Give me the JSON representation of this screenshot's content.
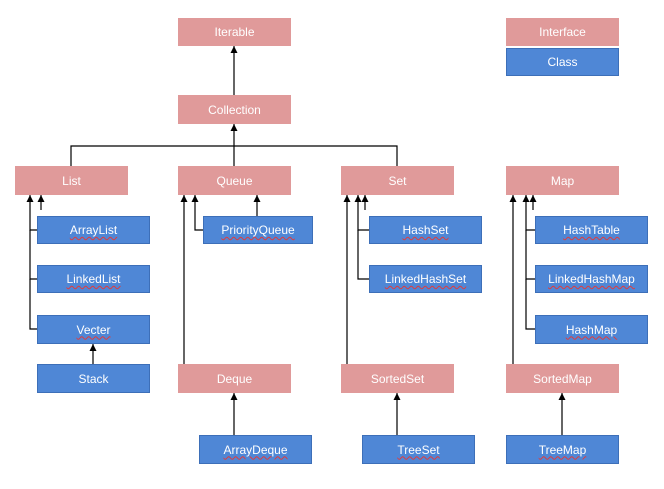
{
  "colors": {
    "interface": "#e09a9a",
    "class": "#4f87d6",
    "line": "#000000",
    "spellcheck": "#e23b3b"
  },
  "legend": {
    "interface": "Interface",
    "class": "Class"
  },
  "nodes": {
    "iterable": {
      "label": "Iterable",
      "kind": "interface"
    },
    "collection": {
      "label": "Collection",
      "kind": "interface"
    },
    "list": {
      "label": "List",
      "kind": "interface"
    },
    "queue": {
      "label": "Queue",
      "kind": "interface"
    },
    "set": {
      "label": "Set",
      "kind": "interface"
    },
    "map": {
      "label": "Map",
      "kind": "interface"
    },
    "arraylist": {
      "label": "ArrayList",
      "kind": "class"
    },
    "linkedlist": {
      "label": "LinkedList",
      "kind": "class"
    },
    "vecter": {
      "label": "Vecter",
      "kind": "class"
    },
    "stack": {
      "label": "Stack",
      "kind": "class"
    },
    "priorityqueue": {
      "label": "PriorityQueue",
      "kind": "class"
    },
    "deque": {
      "label": "Deque",
      "kind": "interface"
    },
    "arraydeque": {
      "label": "ArrayDeque",
      "kind": "class"
    },
    "hashset": {
      "label": "HashSet",
      "kind": "class"
    },
    "linkedhashset": {
      "label": "LinkedHashSet",
      "kind": "class"
    },
    "sortedset": {
      "label": "SortedSet",
      "kind": "interface"
    },
    "treeset": {
      "label": "TreeSet",
      "kind": "class"
    },
    "hashtable": {
      "label": "HashTable",
      "kind": "class"
    },
    "linkedhashmap": {
      "label": "LinkedHashMap",
      "kind": "class"
    },
    "hashmap": {
      "label": "HashMap",
      "kind": "class"
    },
    "sortedmap": {
      "label": "SortedMap",
      "kind": "interface"
    },
    "treemap": {
      "label": "TreeMap",
      "kind": "class"
    }
  },
  "edges": [
    {
      "from": "collection",
      "to": "iterable"
    },
    {
      "from": "list",
      "to": "collection"
    },
    {
      "from": "queue",
      "to": "collection"
    },
    {
      "from": "set",
      "to": "collection"
    },
    {
      "from": "arraylist",
      "to": "list"
    },
    {
      "from": "linkedlist",
      "to": "list"
    },
    {
      "from": "vecter",
      "to": "list"
    },
    {
      "from": "stack",
      "to": "vecter"
    },
    {
      "from": "priorityqueue",
      "to": "queue"
    },
    {
      "from": "deque",
      "to": "queue"
    },
    {
      "from": "arraydeque",
      "to": "deque"
    },
    {
      "from": "hashset",
      "to": "set"
    },
    {
      "from": "linkedhashset",
      "to": "set"
    },
    {
      "from": "sortedset",
      "to": "set"
    },
    {
      "from": "treeset",
      "to": "sortedset"
    },
    {
      "from": "hashtable",
      "to": "map"
    },
    {
      "from": "linkedhashmap",
      "to": "map"
    },
    {
      "from": "hashmap",
      "to": "map"
    },
    {
      "from": "sortedmap",
      "to": "map"
    },
    {
      "from": "treemap",
      "to": "sortedmap"
    }
  ]
}
